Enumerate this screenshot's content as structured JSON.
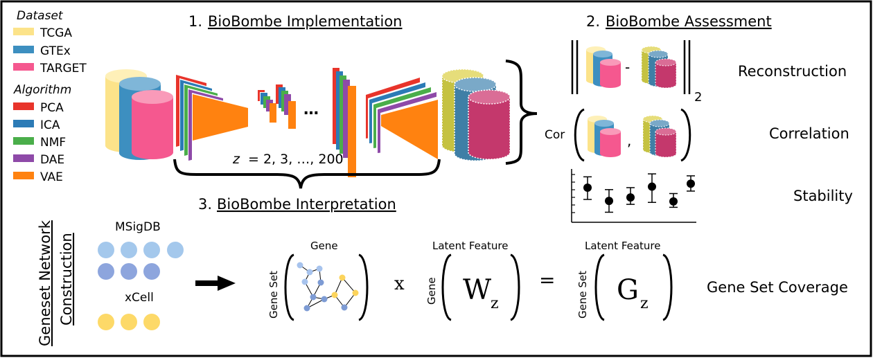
{
  "colors": {
    "TCGA": "#fce38a",
    "GTEx": "#3d8fc0",
    "TARGET": "#f5588f",
    "PCA": "#e8342b",
    "ICA": "#2c7bb6",
    "NMF": "#4aae4a",
    "DAE": "#8e4aa8",
    "VAE": "#ff8210",
    "recon_TCGA": "#c5c241",
    "recon_GTEx": "#3f7fa6",
    "recon_TARGET": "#c4386c",
    "msigdb_light": "#a4c8ec",
    "msigdb_dark": "#8da5dd",
    "xcell": "#fdd968",
    "node_light": "#a7c3ed",
    "node_mid": "#7d9bd4",
    "node_yellow": "#fcd45c"
  },
  "legend": {
    "dataset_title": "Dataset",
    "datasets": [
      "TCGA",
      "GTEx",
      "TARGET"
    ],
    "algorithm_title": "Algorithm",
    "algorithms": [
      "PCA",
      "ICA",
      "NMF",
      "DAE",
      "VAE"
    ]
  },
  "section1": {
    "number": "1.",
    "title": "BioBombe Implementation",
    "z_var": "z",
    "z_values": "=  2,  3,  …,  200",
    "ellipsis": "…"
  },
  "section2": {
    "number": "2.",
    "title": "BioBombe Assessment",
    "reconstruction": "Reconstruction",
    "norm_sub": "2",
    "minus": "-",
    "correlation": "Correlation",
    "cor": "Cor",
    "comma": ",",
    "stability": "Stability"
  },
  "section3": {
    "number": "3.",
    "title": "BioBombe Interpretation",
    "side_label_1": "Geneset Network",
    "side_label_2": "Construction",
    "msigdb": "MSigDB",
    "xcell": "xCell",
    "gene": "Gene",
    "gene_set": "Gene Set",
    "times": "x",
    "latent_feature": "Latent Feature",
    "w_main": "W",
    "w_sub": "z",
    "equals": "=",
    "g_main": "G",
    "g_sub": "z",
    "coverage": "Gene Set Coverage"
  },
  "stability_points": [
    {
      "mean": 0.62,
      "lower": 0.38,
      "upper": 0.84
    },
    {
      "mean": 0.35,
      "lower": 0.12,
      "upper": 0.58
    },
    {
      "mean": 0.42,
      "lower": 0.28,
      "upper": 0.62
    },
    {
      "mean": 0.64,
      "lower": 0.32,
      "upper": 0.9
    },
    {
      "mean": 0.34,
      "lower": 0.22,
      "upper": 0.5
    },
    {
      "mean": 0.7,
      "lower": 0.55,
      "upper": 0.86
    }
  ]
}
